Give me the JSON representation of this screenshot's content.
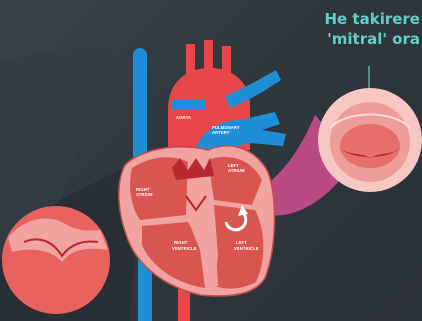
{
  "heading": {
    "line1": "He takirere",
    "line2": "'mitral' ora"
  },
  "labels": {
    "aorta": "AORTA",
    "pulmonary_artery_1": "PULMONARY",
    "pulmonary_artery_2": "ARTERY",
    "left_atrium_1": "LEFT",
    "left_atrium_2": "ATRIUM",
    "right_atrium_1": "RIGHT",
    "right_atrium_2": "ATRIUM",
    "right_ventricle_1": "RIGHT",
    "right_ventricle_2": "VENTRICLE",
    "left_ventricle_1": "LEFT",
    "left_ventricle_2": "VENTRICLE"
  },
  "colors": {
    "background": "#2e353b",
    "heading_teal": "#5fd0c9",
    "vein_blue": "#1e8fd6",
    "artery_red": "#e8474a",
    "muscle_pink": "#f0a3a0",
    "chamber_red": "#d9554f",
    "callout_magenta": "#d24d8f"
  }
}
